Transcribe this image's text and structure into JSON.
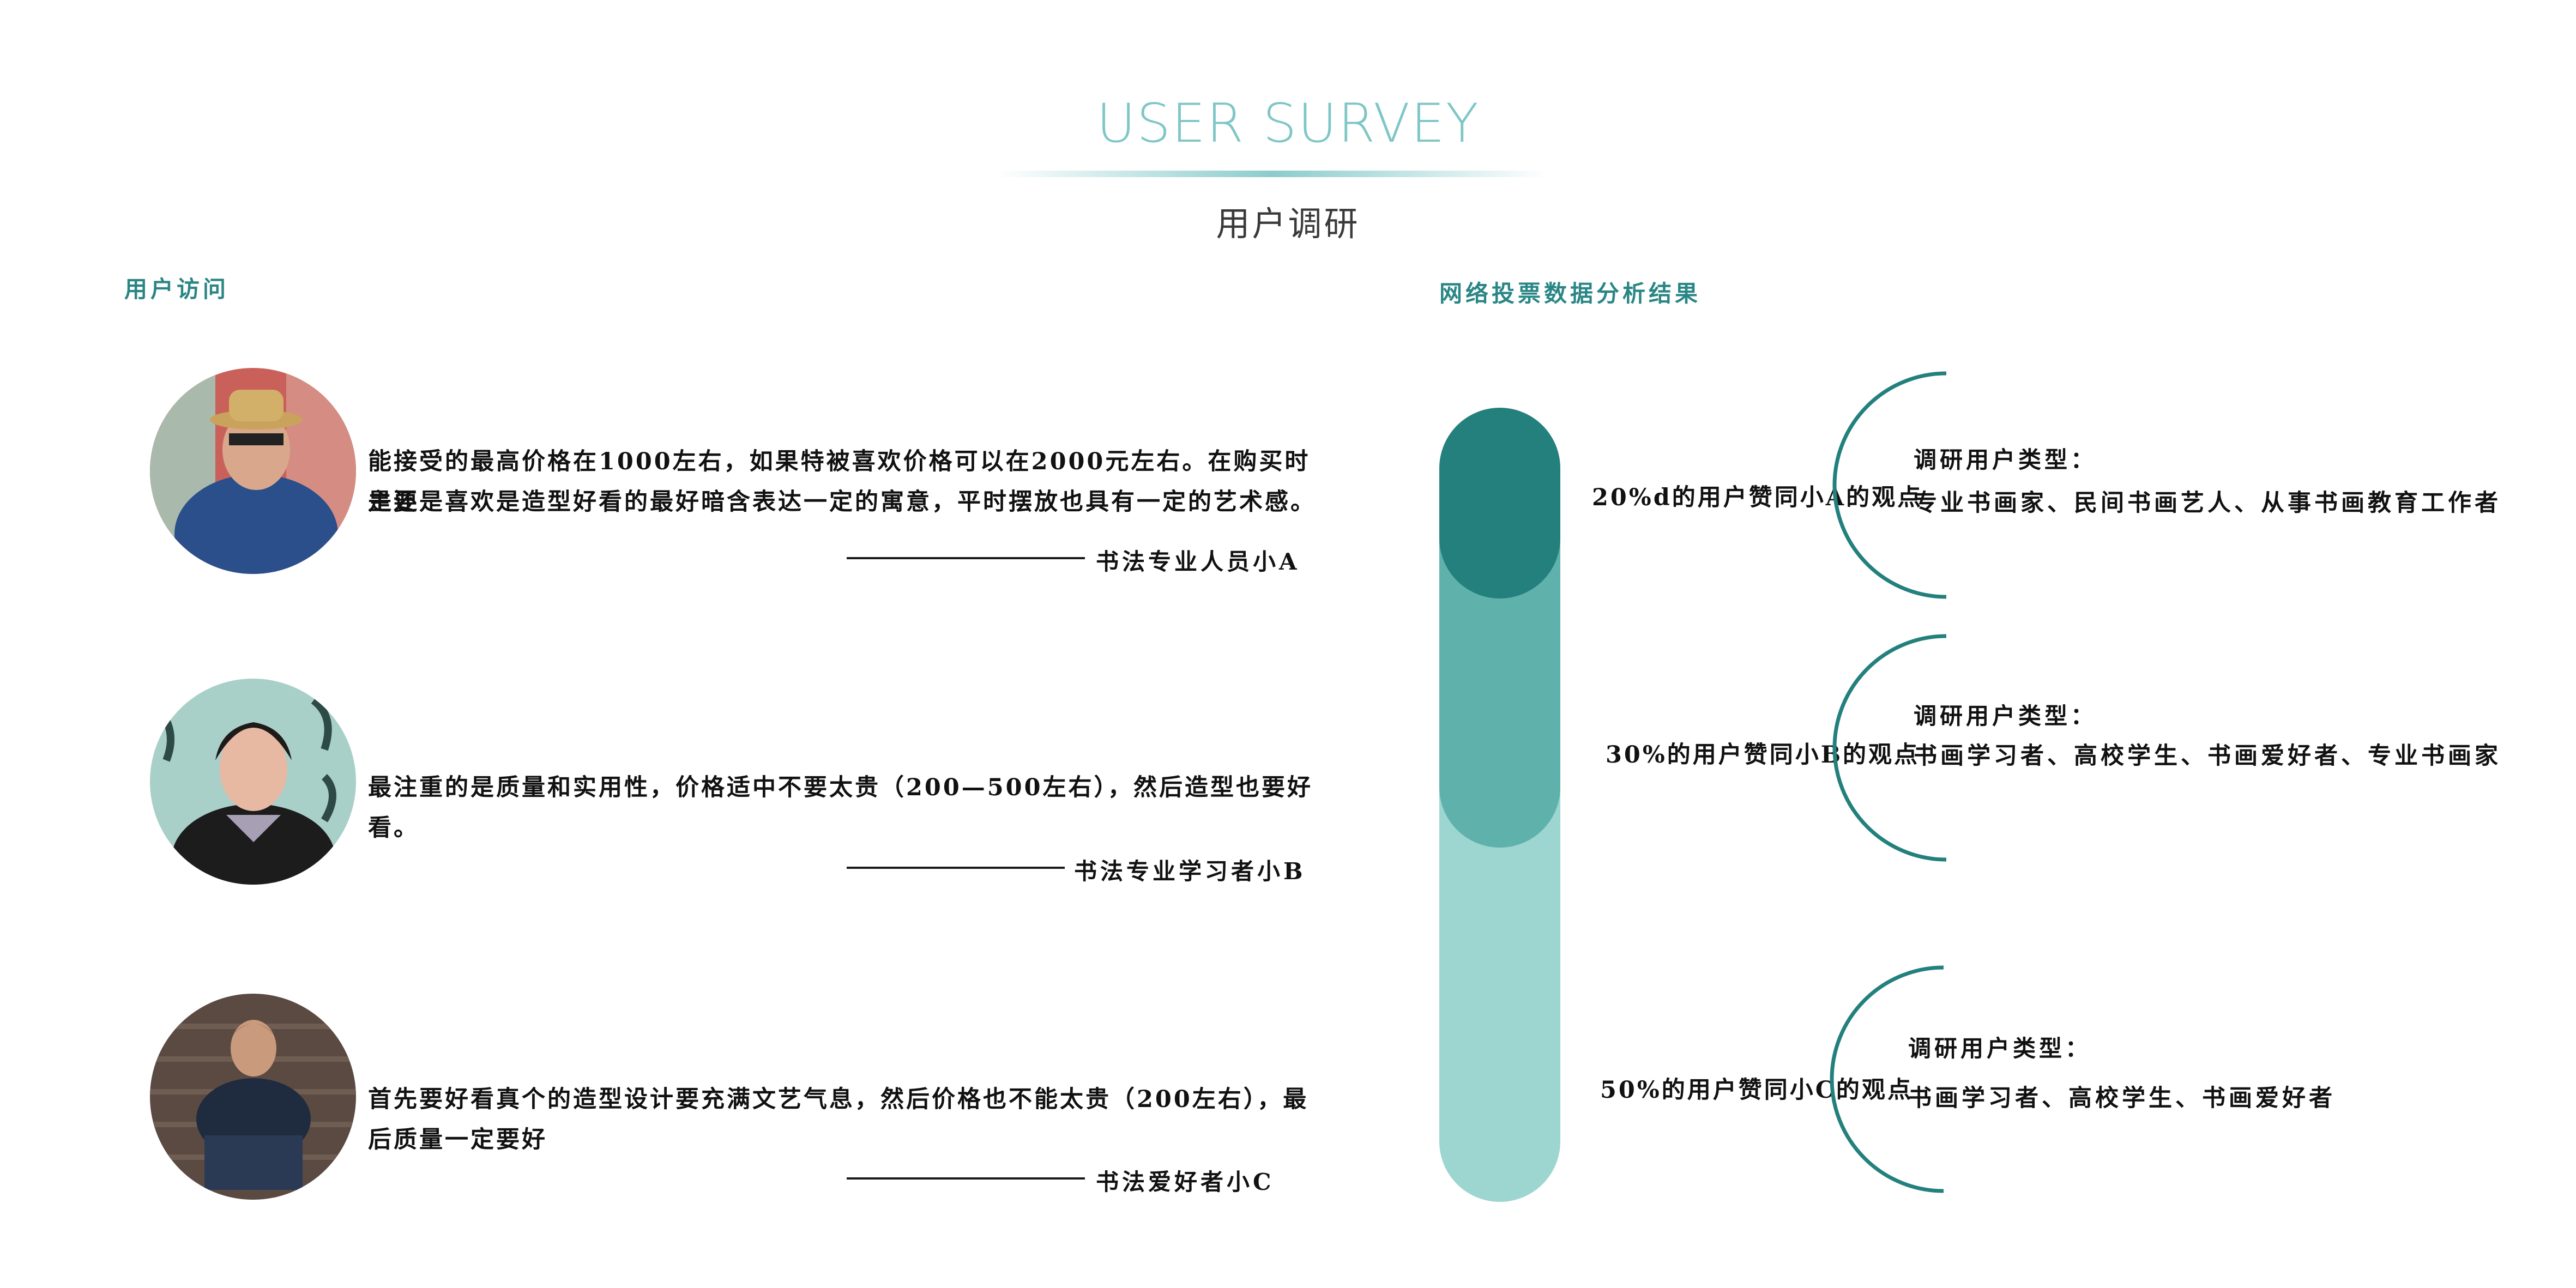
{
  "header": {
    "title_en": "USER SURVEY",
    "title_cn": "用户调研"
  },
  "sections": {
    "interviews_label": "用户访问",
    "results_label": "网络投票数据分析结果"
  },
  "interviews": [
    {
      "quote_line1": "能接受的最高价格在1000左右，如果特被喜欢价格可以在2000元左右。在购买时主要",
      "quote_line2": "是还是喜欢是造型好看的最好暗含表达一定的寓意，平时摆放也具有一定的艺术感。",
      "signature": "书法专业人员小A"
    },
    {
      "quote_line1": "最注重的是质量和实用性，价格适中不要太贵（200—500左右），然后造型也要好看。",
      "quote_line2": "",
      "signature": "书法专业学习者小B"
    },
    {
      "quote_line1": "首先要好看真个的造型设计要充满文艺气息，然后价格也不能太贵（200左右），最",
      "quote_line2": "后质量一定要好",
      "signature": "书法爱好者小C"
    }
  ],
  "vote_results": [
    {
      "percent": 20,
      "statement": "20%d的用户赞同小A的观点",
      "user_type_title": "调研用户类型：",
      "user_types": "专业书画家、民间书画艺人、从事书画教育工作者",
      "color": "#23807d"
    },
    {
      "percent": 30,
      "statement": "30%的用户赞同小B的观点",
      "user_type_title": "调研用户类型：",
      "user_types": "书画学习者、高校学生、书画爱好者、专业书画家",
      "color": "#5fb2ac"
    },
    {
      "percent": 50,
      "statement": "50%的用户赞同小C的观点",
      "user_type_title": "调研用户类型：",
      "user_types": "书画学习者、高校学生、书画爱好者",
      "color": "#9dd5d1"
    }
  ],
  "colors": {
    "accent": "#2a8585",
    "title_en": "#7fc6c6",
    "bracket": "#23807d"
  }
}
